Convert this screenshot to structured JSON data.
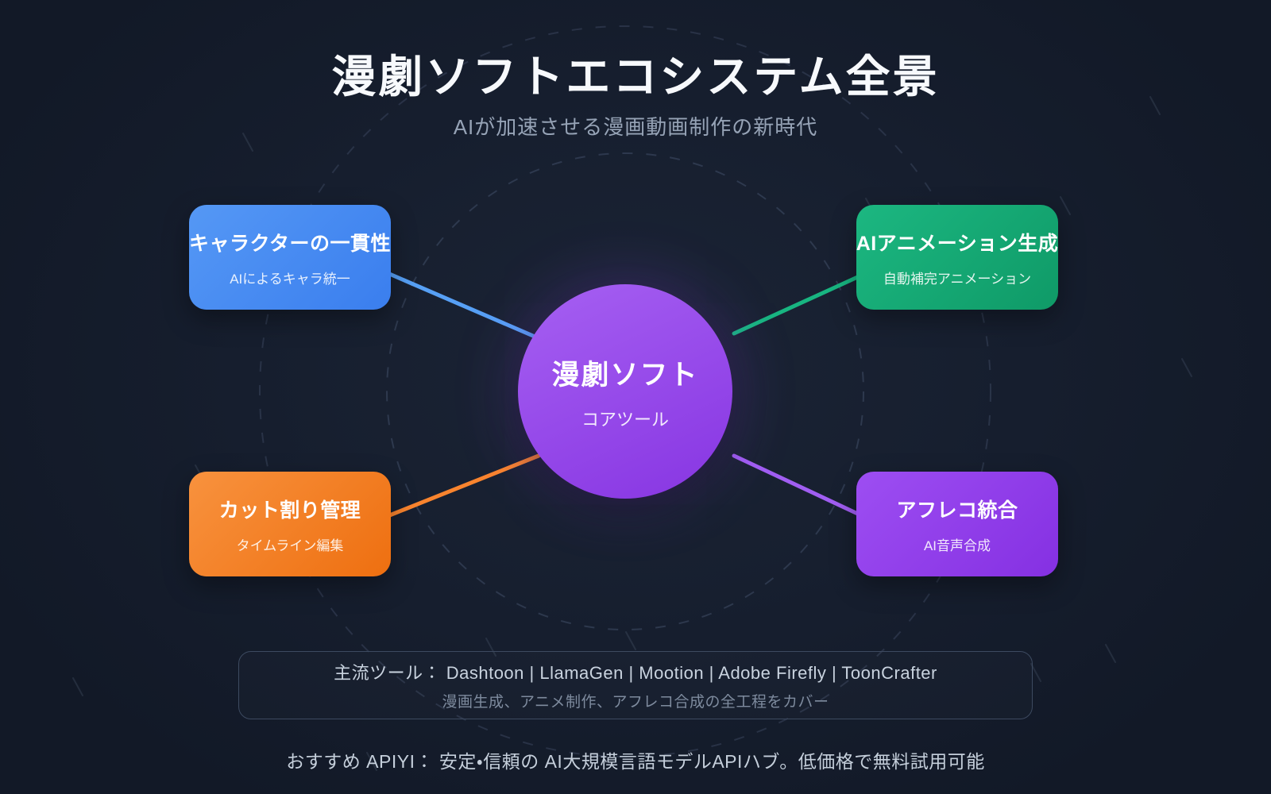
{
  "header": {
    "title": "漫劇ソフトエコシステム全景",
    "subtitle": "AIが加速させる漫画動画制作の新時代"
  },
  "center": {
    "title": "漫劇ソフト",
    "subtitle": "コアツール",
    "gradient": [
      "#a660f2",
      "#8735e2"
    ]
  },
  "nodes": [
    {
      "id": "character-consistency",
      "title": "キャラクターの一貫性",
      "subtitle": "AIによるキャラ統一",
      "gradient": [
        "#5598f5",
        "#3a7eee"
      ],
      "line_color": "#57a0f5"
    },
    {
      "id": "ai-animation",
      "title": "AIアニメーション生成",
      "subtitle": "自動補完アニメーション",
      "gradient": [
        "#1cb781",
        "#0f9a67"
      ],
      "line_color": "#18b581"
    },
    {
      "id": "cut-management",
      "title": "カット割り管理",
      "subtitle": "タイムライン編集",
      "gradient": [
        "#f8923e",
        "#ee6f10"
      ],
      "line_color": "#f9842e"
    },
    {
      "id": "voice-over-integration",
      "title": "アフレコ統合",
      "subtitle": "AI音声合成",
      "gradient": [
        "#9d4ef2",
        "#8530e2"
      ],
      "line_color": "#a15ef2"
    }
  ],
  "tools_panel": {
    "line1": "主流ツール： Dashtoon | LlamaGen | Mootion | Adobe Firefly | ToonCrafter",
    "line2": "漫画生成、アニメ制作、アフレコ合成の全工程をカバー"
  },
  "footer": {
    "text": "おすすめ APIYI： 安定・信頼の AI大規模言語モデルAPIハブ。低価格で無料試用可能"
  },
  "colors": {
    "background": "#141b2a",
    "title_text": "#f7f9fc",
    "subtitle_text": "#96a3b6",
    "dashed_guide": "#44526b",
    "panel_border": "#3d4a60",
    "panel_text_primary": "#c9d3df",
    "panel_text_secondary": "#7e8b9e",
    "footer_text": "#c5cfdb"
  }
}
